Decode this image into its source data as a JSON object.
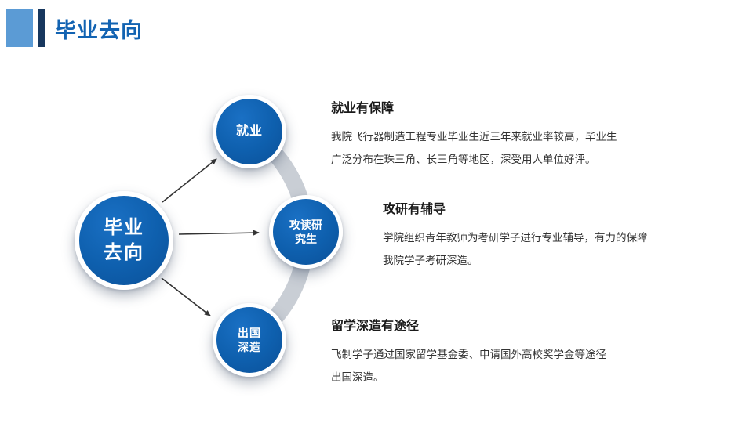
{
  "header": {
    "title": "毕业去向"
  },
  "diagram": {
    "center_node": {
      "lines": [
        "毕业",
        "去向"
      ]
    },
    "nodes": [
      {
        "id": "employment",
        "lines": [
          "就业",
          ""
        ]
      },
      {
        "id": "graduate-study",
        "lines": [
          "攻读研",
          "究生"
        ]
      },
      {
        "id": "study-abroad",
        "lines": [
          "出国",
          "深造"
        ]
      }
    ]
  },
  "sections": [
    {
      "heading": "就业有保障",
      "lines": [
        "我院飞行器制造工程专业毕业生近三年来就业率较高，毕业生",
        "广泛分布在珠三角、长三角等地区，深受用人单位好评。"
      ]
    },
    {
      "heading": "攻研有辅导",
      "lines": [
        "学院组织青年教师为考研学子进行专业辅导，有力的保障",
        "我院学子考研深造。"
      ]
    },
    {
      "heading": "留学深造有途径",
      "lines": [
        "飞制学子通过国家留学基金委、申请国外高校奖学金等途径",
        "出国深造。"
      ]
    }
  ],
  "colors": {
    "title_blue": "#1263B2",
    "node_blue": "#0E5FAD",
    "header_square_blue": "#5B9BD5",
    "header_bar_navy": "#17375E",
    "connector_gray": "#C9CED5",
    "arrow_dark": "#333333"
  }
}
